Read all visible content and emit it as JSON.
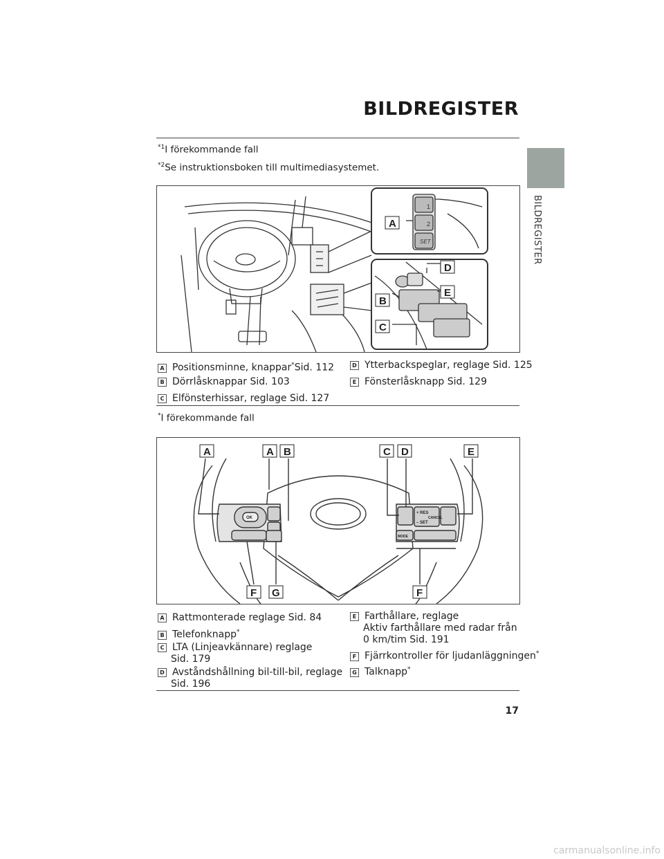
{
  "header": {
    "title": "BILDREGISTER"
  },
  "sidebar": {
    "label": "BILDREGISTER"
  },
  "top_notes": [
    {
      "mark": "*1",
      "text": "I förekommande fall"
    },
    {
      "mark": "*2",
      "text": "Se instruktionsboken till multimediasystemet."
    }
  ],
  "figure1": {
    "callouts": [
      "A",
      "B",
      "C",
      "D",
      "E"
    ],
    "captions_left": [
      {
        "badge": "A",
        "text": "Positionsminne, knappar",
        "mark": "*",
        "ref": "Sid. 112"
      },
      {
        "badge": "B",
        "text": "Dörrlåsknappar Sid. 103",
        "mark": "",
        "ref": ""
      },
      {
        "badge": "C",
        "text": "Elfönsterhissar, reglage Sid. 127",
        "mark": "",
        "ref": ""
      }
    ],
    "captions_right": [
      {
        "badge": "D",
        "text": "Ytterbackspeglar, reglage Sid. 125"
      },
      {
        "badge": "E",
        "text": "Fönsterlåsknapp Sid. 129"
      }
    ],
    "switch_labels": [
      "1",
      "2",
      "SET"
    ]
  },
  "mid_note": {
    "mark": "*",
    "text": "I förekommande fall"
  },
  "figure2": {
    "callouts_top": [
      "A",
      "A",
      "B",
      "C",
      "D",
      "E"
    ],
    "callouts_bottom": [
      "F",
      "G",
      "F"
    ],
    "button_labels": {
      "ok": "OK",
      "res": "+ RES",
      "set": "– SET",
      "cancel": "CANCEL",
      "mode": "MODE"
    },
    "captions_left": [
      {
        "badge": "A",
        "text": "Rattmonterade reglage Sid. 84",
        "mark": ""
      },
      {
        "badge": "B",
        "text": "Telefonknapp",
        "mark": "*"
      },
      {
        "badge": "C",
        "line1": "LTA (Linjeavkännare) reglage",
        "line2": "Sid. 179"
      },
      {
        "badge": "D",
        "line1": "Avståndshållning bil-till-bil, reglage",
        "line2": "Sid. 196"
      }
    ],
    "captions_right": [
      {
        "badge": "E",
        "line1": "Farthållare, reglage",
        "line2": "Aktiv farthållare med radar från",
        "line3": "0 km/tim Sid. 191"
      },
      {
        "badge": "F",
        "text": "Fjärrkontroller för ljudanläggningen",
        "mark": "*"
      },
      {
        "badge": "G",
        "text": "Talknapp",
        "mark": "*"
      }
    ]
  },
  "footer": {
    "page_number": "17",
    "watermark": "carmanualsonline.info"
  }
}
